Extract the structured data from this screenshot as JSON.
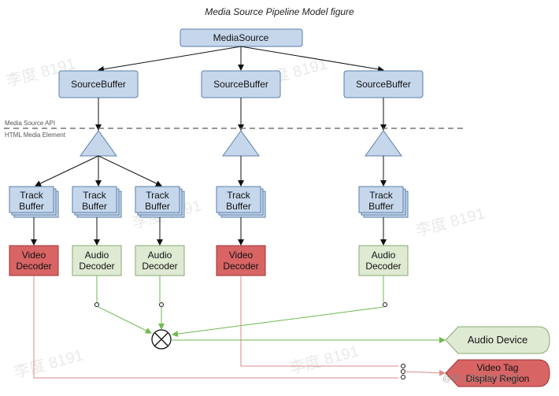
{
  "title": "Media Source Pipeline Model figure",
  "media_source": "MediaSource",
  "source_buffer": "SourceBuffer",
  "api_label": "Media Source API",
  "element_label": "HTML Media Element",
  "track_buffer": [
    "Track",
    "Buffer"
  ],
  "video_decoder": [
    "Video",
    "Decoder"
  ],
  "audio_decoder": [
    "Audio",
    "Decoder"
  ],
  "audio_device": "Audio Device",
  "video_tag": [
    "Video Tag",
    "Display Region"
  ],
  "watermark": "李度 8191",
  "watermark_tag": "@稀土掘金技术社区",
  "colors": {
    "blue_fill": "#c6d7ec",
    "blue_stroke": "#5a7fa8",
    "green_fill": "#dfead3",
    "green_stroke": "#8aa86f",
    "red_fill": "#d86464",
    "red_stroke": "#9b3434",
    "green_line": "#6cbb4c",
    "red_line": "#d98a8a"
  }
}
